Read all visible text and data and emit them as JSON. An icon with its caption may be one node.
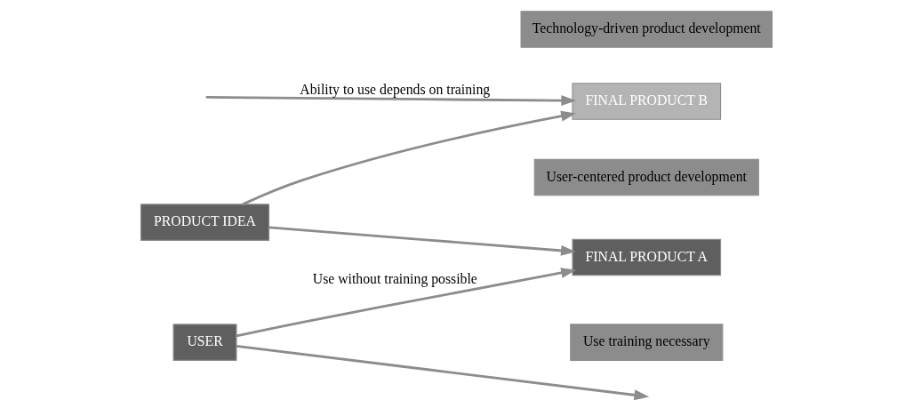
{
  "diagram": {
    "nodes": [
      {
        "text": [
          "PRODUCT IDEA"
        ]
      },
      {
        "text": [
          "User-centered product development"
        ]
      },
      {
        "text": [
          "FINAL PRODUCT A"
        ]
      },
      {
        "text": [
          "USER"
        ]
      },
      {
        "text": [
          "Use training necessary"
        ]
      },
      {
        "text": [
          "FINAL PRODUCT B"
        ]
      },
      {
        "text": [
          "Technology-driven product development"
        ]
      }
    ],
    "edges": [
      {
        "from": 0,
        "to": 2,
        "arrow": "to"
      },
      {
        "from": 0,
        "to": 5,
        "arrow": "to"
      },
      {
        "from": 3,
        "to": 2,
        "arrow": "to",
        "label": "Use without training possible"
      },
      {
        "from": 3,
        "to": null,
        "arrow": "to"
      },
      {
        "from": null,
        "to": 5,
        "arrow": "to",
        "label": "Ability to use depends on training"
      }
    ]
  }
}
